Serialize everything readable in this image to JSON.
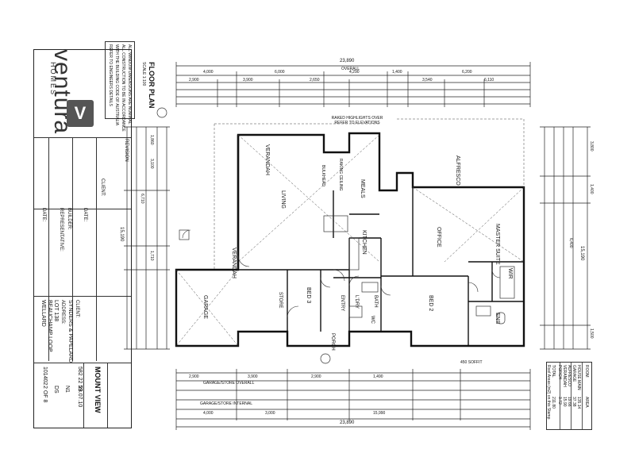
{
  "title_block": {
    "brand": "ventura",
    "brand_sub": "HOMES",
    "logo_letter": "V",
    "plan_title": "FLOOR PLAN",
    "scale": "SCALE 1:100",
    "notes": [
      "ALL WINDOW DIMENSIONS ARE NOMINAL",
      "ALL CONSTRUCTION TO BE IN ACCORDANCE",
      "WITH THE BUILDING CODE OF AUSTRALIA",
      "REFER TO ENGINEERS DETAILS"
    ],
    "fields": {
      "client_label": "CLIENT:",
      "date_label": "DATE:",
      "representative_label": "REPRESENTATIVE:",
      "builder_label": "BUILDER:",
      "revision_label": "REVISION"
    },
    "project": {
      "client_label": "CLIENT:",
      "client": "SYNDERS & PAPELARD",
      "address_label": "ADDRESS:",
      "lot": "LOT 138",
      "street": "BEAUCHAMP LOOP",
      "suburb": "WELLARD",
      "job_no": "101402"
    },
    "design": {
      "name": "MOUNT VIEW",
      "date": "23.07.10",
      "plan_no": "582 22 59",
      "rev": "N1",
      "drawn": "DS",
      "sheet": "2 OF 8"
    }
  },
  "area_table": {
    "headers": [
      "ROOM",
      "AREA"
    ],
    "rows": [
      [
        "HOUSE MAIN",
        "135.14"
      ],
      [
        "GARAGE",
        "37.38"
      ],
      [
        "ALFRESCO",
        "19.66"
      ],
      [
        "VERANDAH",
        "15.90"
      ],
      [
        "PORCH",
        "3.72"
      ],
      [
        "TOTAL",
        "211.80"
      ]
    ],
    "footnote": "Roof Areas (m2) on this Stamp"
  },
  "dimensions": {
    "overall_top": "23,890",
    "overall_bottom": "23,890",
    "overall_label": "OVERALL",
    "top_row1": [
      "4,000",
      "6,000",
      "4,290",
      "1,400",
      "6,200"
    ],
    "top_row2": [
      "2,900",
      "3,900",
      "2,650",
      "3,540",
      "6,110"
    ],
    "bottom_row1": [
      "2,900",
      "3,900",
      "2,900",
      "1,490"
    ],
    "bottom_row2": [
      "4,000",
      "3,000",
      "15,990"
    ],
    "left_overall": "15,190",
    "right_overall": "15,190",
    "right_dims": [
      "3,800",
      "1,400",
      "6,400",
      "1,500"
    ],
    "left_dims": [
      "1,860",
      "3,100",
      "6,710",
      "1,710"
    ]
  },
  "rooms": {
    "verandah": "VERANDAH",
    "garage": "GARAGE",
    "meals": "MEALS",
    "kitchen": "KITCHEN",
    "living": "LIVING",
    "alfresco": "ALFRESCO",
    "master_suite": "MASTER SUITE",
    "office": "OFFICE",
    "wir": "WIR",
    "ens": "ENS",
    "bed2": "BED 2",
    "bed3": "BED 3",
    "bath": "BATH",
    "ldry": "L'DRY",
    "store": "STORE",
    "wc": "WC",
    "entry": "ENTRY",
    "porch": "PORCH"
  },
  "annotations": {
    "raking": "RAKED HIGHLIGHTS OVER REFER TO ELEVATIONS",
    "raking_ceiling": "RAKING CEILING",
    "bulkhead": "BULKHEAD",
    "garage_store": "GARAGE/STORE OVERALL",
    "garage_store_internal": "GARAGE/STORE INTERNAL",
    "soffit": "450 SOFFIT"
  }
}
